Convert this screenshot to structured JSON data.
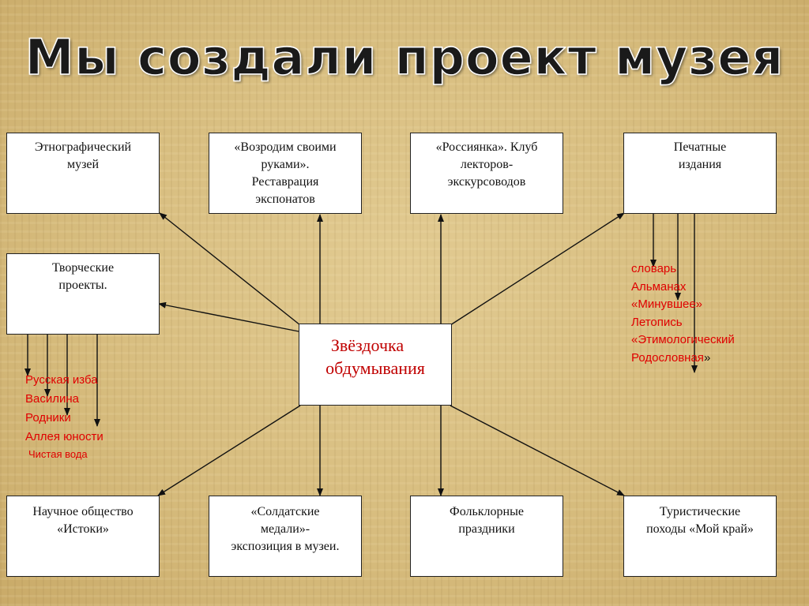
{
  "title": "Мы создали проект музея",
  "center": {
    "line1": "Звёздочка",
    "line2": "обдумывания"
  },
  "boxes": {
    "ethno": {
      "lines": [
        "Этнографический",
        "музей"
      ]
    },
    "revive": {
      "lines": [
        "«Возродим своими",
        "руками».",
        "Реставрация",
        "экспонатов"
      ]
    },
    "rossiyanka": {
      "lines": [
        "«Россиянка». Клуб",
        "лекторов-",
        "экскурсоводов"
      ]
    },
    "print": {
      "lines": [
        "Печатные",
        "издания"
      ]
    },
    "creative": {
      "lines": [
        "Творческие",
        "проекты."
      ]
    },
    "science": {
      "lines": [
        "Научное общество",
        "«Истоки»"
      ]
    },
    "soldier": {
      "lines": [
        "«Солдатские",
        "медали»-",
        "экспозиция в музеи."
      ]
    },
    "folklore": {
      "lines": [
        "Фольклорные",
        "праздники"
      ]
    },
    "tourist": {
      "lines": [
        "Туристические",
        "походы «Мой край»"
      ]
    }
  },
  "creative_list": [
    "Русская изба",
    "Василина",
    "Родники",
    "Аллея юности",
    "Чистая вода"
  ],
  "print_list": [
    "словарь",
    "Альманах",
    "«Минувшее»",
    "Летопись",
    "«Этимологический",
    "Родословная"
  ],
  "print_list_suffix": "»",
  "colors": {
    "accent_red": "#e00000",
    "box_border": "#222222"
  }
}
